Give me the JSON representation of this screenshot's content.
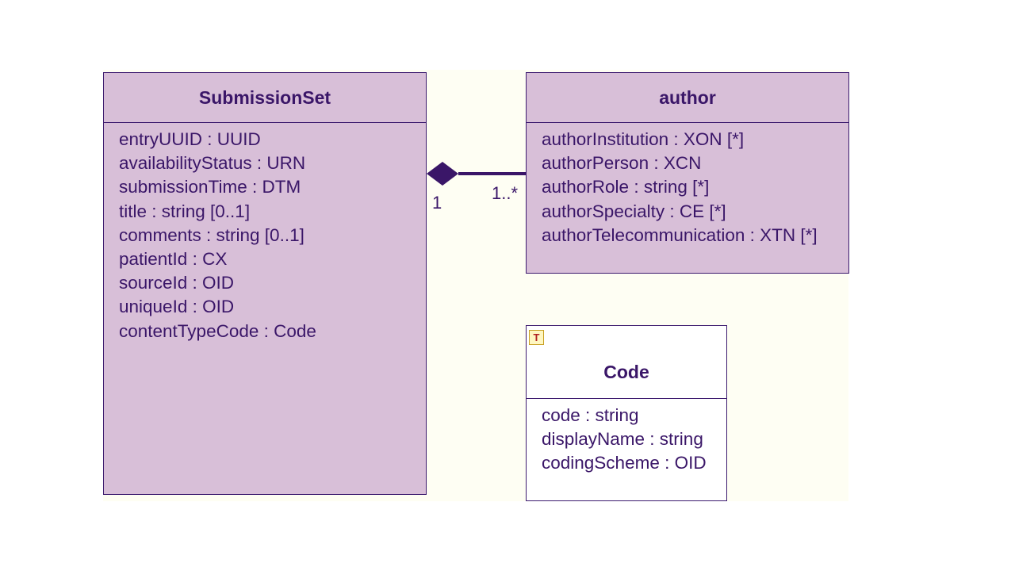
{
  "classes": {
    "submission_set": {
      "name": "SubmissionSet",
      "attributes": [
        "entryUUID : UUID",
        "availabilityStatus : URN",
        "submissionTime : DTM",
        "title : string [0..1]",
        "comments : string [0..1]",
        "patientId : CX",
        "sourceId : OID",
        "uniqueId : OID",
        "contentTypeCode : Code"
      ]
    },
    "author": {
      "name": "author",
      "attributes": [
        "authorInstitution : XON [*]",
        "authorPerson : XCN",
        "authorRole : string [*]",
        "authorSpecialty : CE [*]",
        "authorTelecommunication : XTN [*]"
      ]
    },
    "code": {
      "name": "Code",
      "stereotype_icon": "T",
      "attributes": [
        "code : string",
        "displayName : string",
        "codingScheme : OID"
      ]
    }
  },
  "association": {
    "type": "composition",
    "source_multiplicity": "1",
    "target_multiplicity": "1..*"
  },
  "colors": {
    "class_fill": "#d8bfd8",
    "border": "#3c1a6e",
    "text": "#3a1668",
    "canvas": "#fefef3"
  }
}
